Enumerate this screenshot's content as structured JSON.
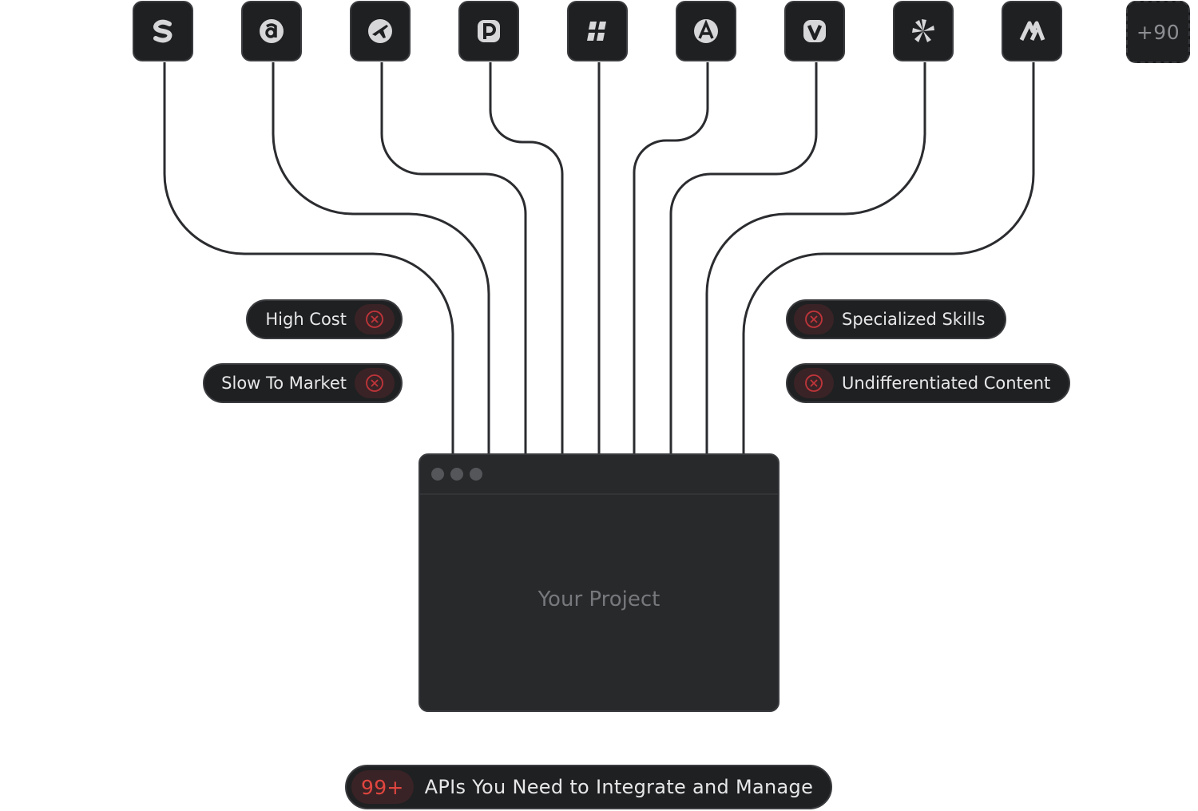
{
  "integrations": {
    "tiles": [
      {
        "icon": "s-logo-icon"
      },
      {
        "icon": "a-logo-icon"
      },
      {
        "icon": "plane-logo-icon"
      },
      {
        "icon": "p-logo-icon"
      },
      {
        "icon": "grid-logo-icon"
      },
      {
        "icon": "a-circle-logo-icon"
      },
      {
        "icon": "v-logo-icon"
      },
      {
        "icon": "pinwheel-logo-icon"
      },
      {
        "icon": "m-logo-icon"
      }
    ],
    "more_label": "+90"
  },
  "problems": {
    "left": [
      "High Cost",
      "Slow To Market"
    ],
    "right": [
      "Specialized Skills",
      "Undifferentiated Content"
    ]
  },
  "project": {
    "title": "Your Project"
  },
  "summary": {
    "count": "99+",
    "text": "APIs You Need to Integrate and Manage"
  },
  "colors": {
    "tile_bg": "#1f2022",
    "border": "#3a3b3e",
    "wire": "#2b2c2f",
    "danger": "#e0453f"
  }
}
